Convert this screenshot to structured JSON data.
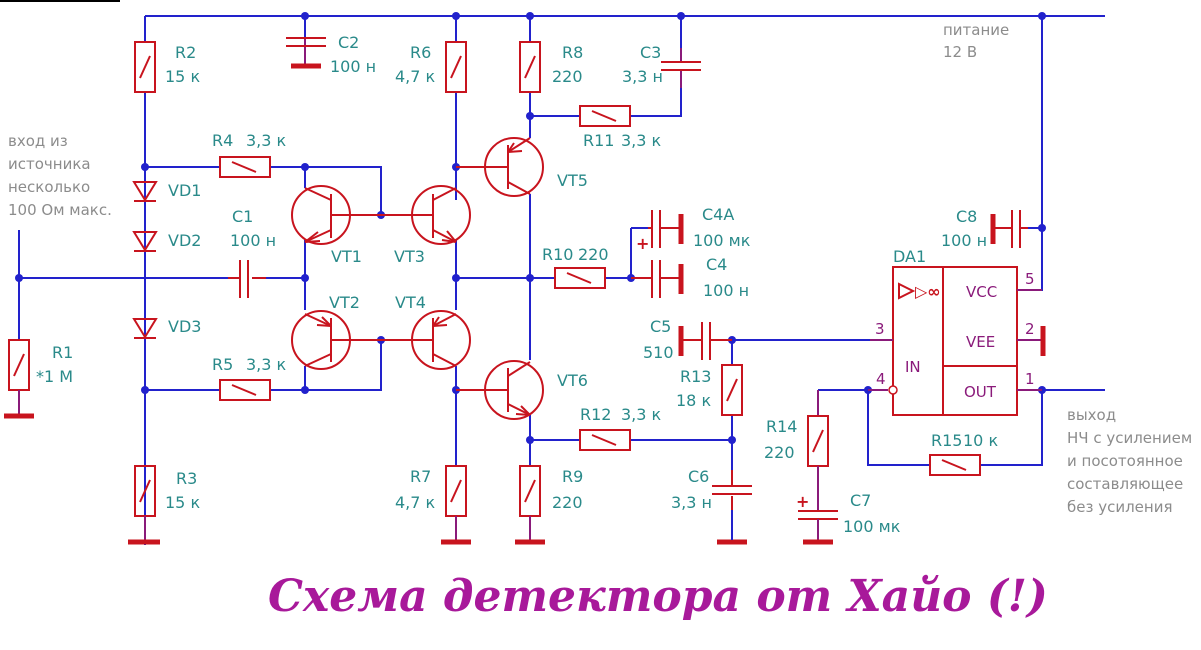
{
  "title": "Схема детектора от Хайо (!)",
  "notes": {
    "input": [
      "вход из",
      "источника",
      "несколько",
      "100 Ом макс."
    ],
    "power": [
      "питание",
      "12 В"
    ],
    "output": [
      "выход",
      "НЧ с усилением",
      "и посотоянное",
      "составляющее",
      "без усиления"
    ]
  },
  "components": {
    "R1": {
      "ref": "R1",
      "value": "*1 М"
    },
    "R2": {
      "ref": "R2",
      "value": "15 к"
    },
    "R3": {
      "ref": "R3",
      "value": "15 к"
    },
    "R4": {
      "ref": "R4",
      "value": "3,3 к"
    },
    "R5": {
      "ref": "R5",
      "value": "3,3 к"
    },
    "R6": {
      "ref": "R6",
      "value": "4,7 к"
    },
    "R7": {
      "ref": "R7",
      "value": "4,7 к"
    },
    "R8": {
      "ref": "R8",
      "value": "220"
    },
    "R9": {
      "ref": "R9",
      "value": "220"
    },
    "R10": {
      "ref": "R10",
      "value": "220"
    },
    "R11": {
      "ref": "R11",
      "value": "3,3 к"
    },
    "R12": {
      "ref": "R12",
      "value": "3,3 к"
    },
    "R13": {
      "ref": "R13",
      "value": "18 к"
    },
    "R14": {
      "ref": "R14",
      "value": "220"
    },
    "R15": {
      "ref": "R15",
      "value": "10 к"
    },
    "C1": {
      "ref": "C1",
      "value": "100 н"
    },
    "C2": {
      "ref": "C2",
      "value": "100 н"
    },
    "C3": {
      "ref": "C3",
      "value": "3,3 н"
    },
    "C4": {
      "ref": "C4",
      "value": "100 н"
    },
    "C4A": {
      "ref": "C4A",
      "value": "100 мк"
    },
    "C5": {
      "ref": "C5",
      "value": "510"
    },
    "C6": {
      "ref": "C6",
      "value": "3,3 н"
    },
    "C7": {
      "ref": "C7",
      "value": "100 мк"
    },
    "C8": {
      "ref": "C8",
      "value": "100 н"
    },
    "VD1": {
      "ref": "VD1"
    },
    "VD2": {
      "ref": "VD2"
    },
    "VD3": {
      "ref": "VD3"
    },
    "VT1": {
      "ref": "VT1"
    },
    "VT2": {
      "ref": "VT2"
    },
    "VT3": {
      "ref": "VT3"
    },
    "VT4": {
      "ref": "VT4"
    },
    "VT5": {
      "ref": "VT5"
    },
    "VT6": {
      "ref": "VT6"
    },
    "DA1": {
      "ref": "DA1",
      "symbol": "▷∞",
      "pins": {
        "vcc": "VCC",
        "vee": "VEE",
        "out": "OUT",
        "in": "IN"
      },
      "pin_numbers": {
        "p1": "1",
        "p2": "2",
        "p3": "3",
        "p4": "4",
        "p5": "5"
      }
    }
  },
  "plus_sign": "+"
}
